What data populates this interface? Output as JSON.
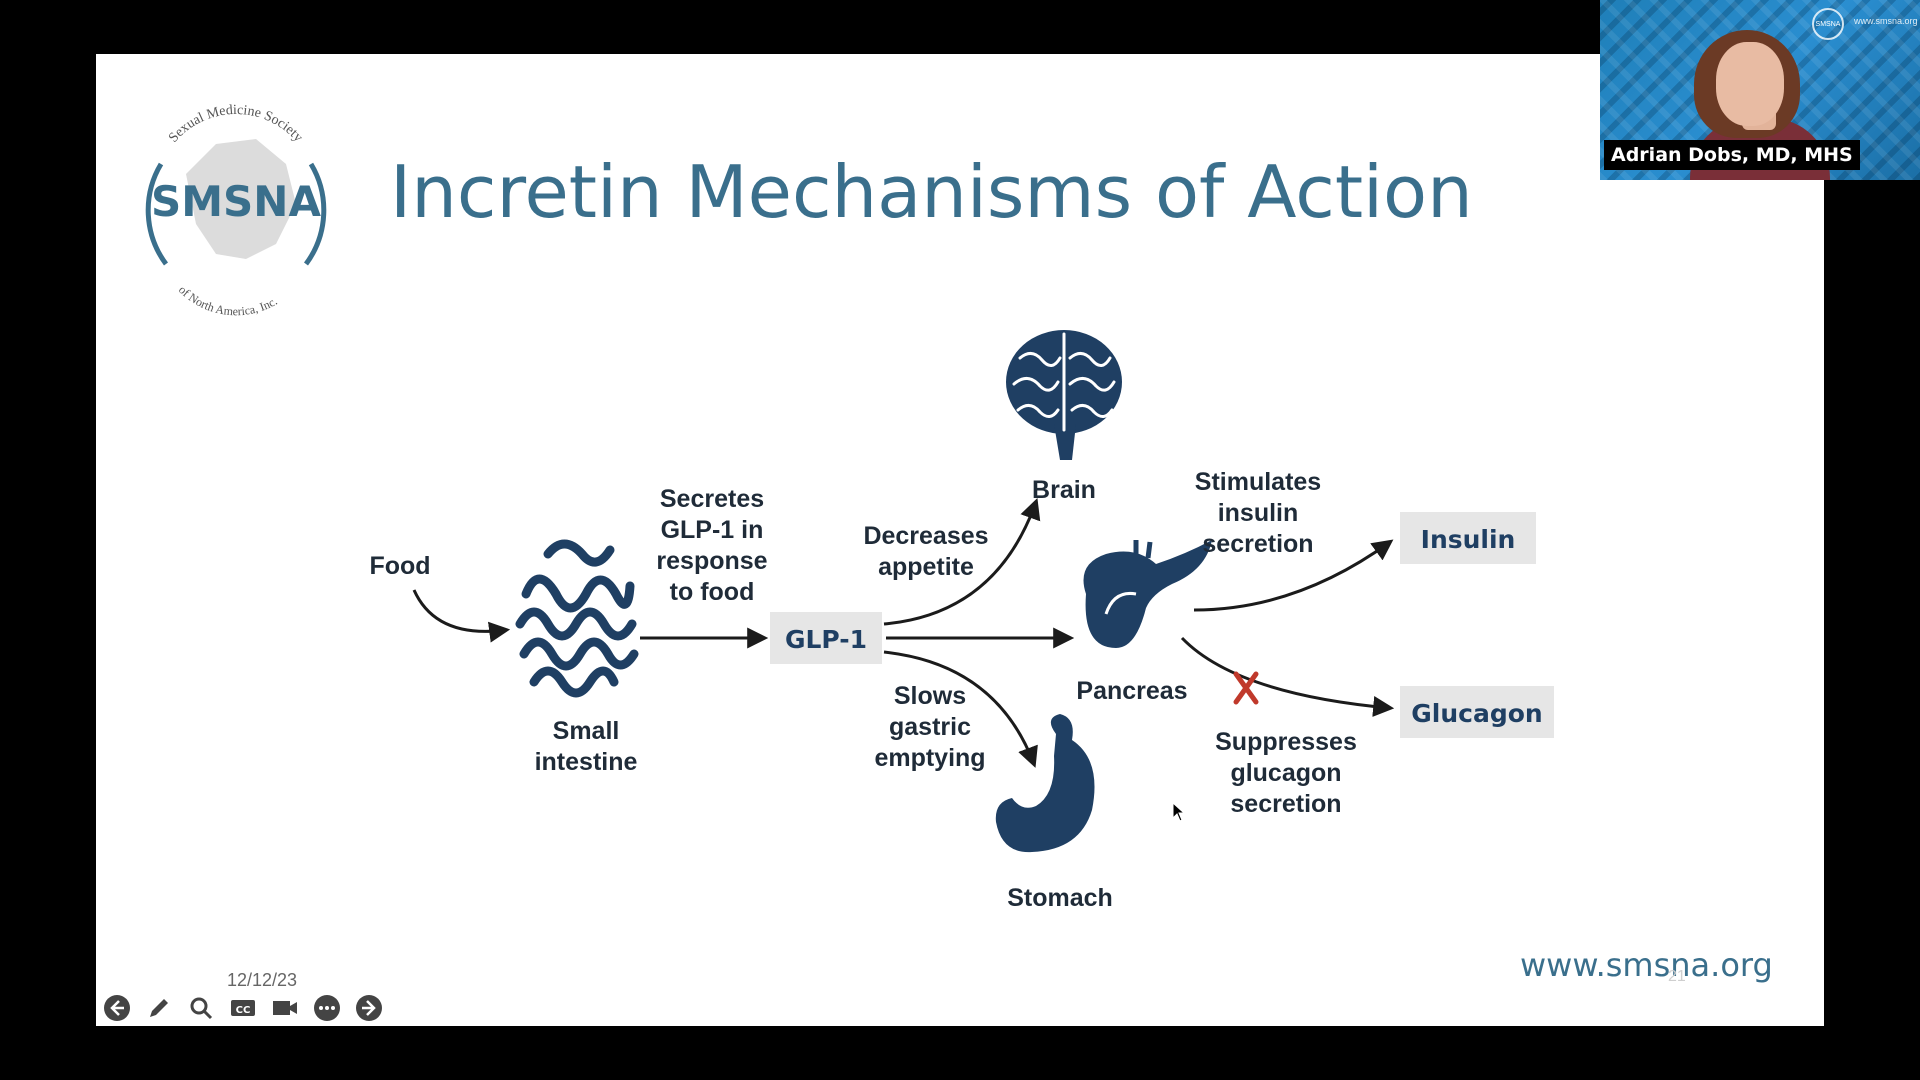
{
  "slide": {
    "title": "Incretin Mechanisms of Action",
    "logo": {
      "top_text": "Sexual Medicine Society",
      "main": "SMSNA",
      "bottom_text": "of North America, Inc."
    },
    "url": "www.smsna.org",
    "slide_number": "21",
    "date": "12/12/23"
  },
  "diagram": {
    "food": "Food",
    "small_intestine": [
      "Small",
      "intestine"
    ],
    "secretes": [
      "Secretes",
      "GLP-1 in",
      "response",
      "to food"
    ],
    "glp1": "GLP-1",
    "decreases": [
      "Decreases",
      "appetite"
    ],
    "brain": "Brain",
    "pancreas": "Pancreas",
    "slows": [
      "Slows",
      "gastric",
      "emptying"
    ],
    "stomach": "Stomach",
    "stimulates": [
      "Stimulates",
      "insulin",
      "secretion"
    ],
    "insulin": "Insulin",
    "suppresses": [
      "Suppresses",
      "glucagon",
      "secretion"
    ],
    "glucagon": "Glucagon"
  },
  "video": {
    "speaker_name": "Adrian Dobs, MD, MHS",
    "logo": "SMSNA",
    "url": "www.smsna.org"
  },
  "toolbar": [
    "previous-slide",
    "pen",
    "zoom",
    "captions",
    "camera",
    "more-options",
    "next-slide"
  ],
  "colors": {
    "title": "#3a6f8c",
    "organ": "#1f3f63",
    "box": "#e6e6e6",
    "inhibit": "#c0392b"
  }
}
